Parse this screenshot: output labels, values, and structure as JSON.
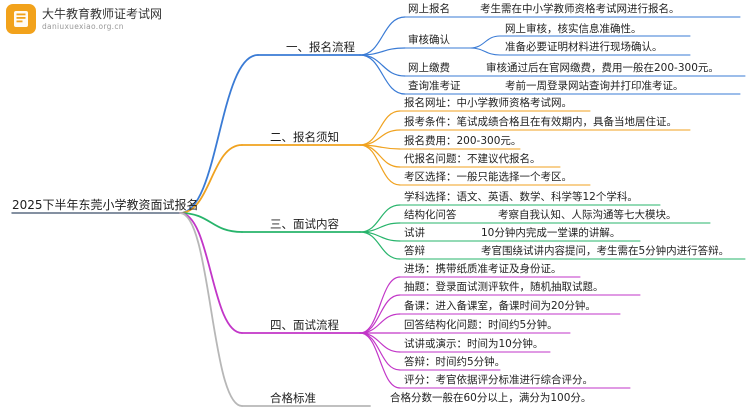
{
  "brand": {
    "name": "大牛教育教师证考试网",
    "url": "daniuxuexiao.org.cn"
  },
  "root": {
    "label": "2025下半年东莞小学教资面试报名"
  },
  "colors": {
    "s1": "#3a7bd5",
    "s2": "#f0a21f",
    "s3": "#27b46b",
    "s4": "#c236c8",
    "s5": "#b7b7b7",
    "root": "#5b6b82",
    "logo": "#f2a21b"
  },
  "sections": [
    {
      "label": "一、报名流程",
      "items": [
        {
          "key": "网上报名",
          "desc": "考生需在中小学教师资格考试网进行报名。"
        },
        {
          "key": "审核确认",
          "desc": [
            "网上审核，核实信息准确性。",
            "准备必要证明材料进行现场确认。"
          ]
        },
        {
          "key": "网上缴费",
          "desc": "审核通过后在官网缴费，费用一般在200-300元。"
        },
        {
          "key": "查询准考证",
          "desc": "考前一周登录网站查询并打印准考证。"
        }
      ]
    },
    {
      "label": "二、报名须知",
      "items": [
        {
          "text": "报名网址：中小学教师资格考试网。"
        },
        {
          "text": "报考条件：笔试成绩合格且在有效期内，具备当地居住证。"
        },
        {
          "text": "报名费用：200-300元。"
        },
        {
          "text": "代报名问题：不建议代报名。"
        },
        {
          "text": "考区选择：一般只能选择一个考区。"
        }
      ]
    },
    {
      "label": "三、面试内容",
      "items": [
        {
          "text": "学科选择：语文、英语、数学、科学等12个学科。"
        },
        {
          "key": "结构化问答",
          "desc": "考察自我认知、人际沟通等七大模块。"
        },
        {
          "key": "试讲",
          "desc": "10分钟内完成一堂课的讲解。"
        },
        {
          "key": "答辩",
          "desc": "考官围绕试讲内容提问，考生需在5分钟内进行答辩。"
        }
      ]
    },
    {
      "label": "四、面试流程",
      "items": [
        {
          "text": "进场：携带纸质准考证及身份证。"
        },
        {
          "text": "抽题：登录面试测评软件，随机抽取试题。"
        },
        {
          "text": "备课：进入备课室，备课时间为20分钟。"
        },
        {
          "text": "回答结构化问题：时间约5分钟。"
        },
        {
          "text": "试讲或演示：时间为10分钟。"
        },
        {
          "text": "答辩：时间约5分钟。"
        },
        {
          "text": "评分：考官依据评分标准进行综合评分。"
        }
      ]
    },
    {
      "label": "合格标准",
      "items": [
        {
          "text": "合格分数一般在60分以上，满分为100分。"
        }
      ]
    }
  ]
}
